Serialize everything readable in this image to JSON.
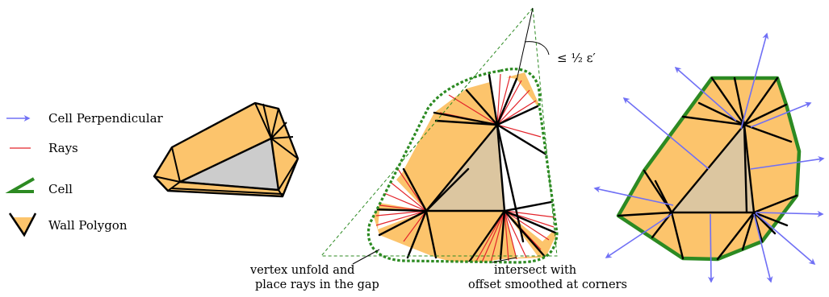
{
  "legend": {
    "cell_perpendicular": "Cell Perpendicular",
    "rays": "Rays",
    "cell": "Cell",
    "wall_polygon": "Wall Polygon"
  },
  "annotations": {
    "epsilon_bound": "≤ ½ ε′",
    "caption_left_line1": "vertex unfold and",
    "caption_left_line2": "place rays in the gap",
    "caption_right_line1": "intersect with",
    "caption_right_line2": "offset smoothed at corners"
  },
  "colors": {
    "wall_fill": "#fcc46c",
    "inner_triangle_left": "#cccccc",
    "inner_triangle": "#dcc6a0",
    "edge": "#000000",
    "ray": "#e3242b",
    "cell": "#2c8a22",
    "perpendicular": "#7070f5"
  }
}
